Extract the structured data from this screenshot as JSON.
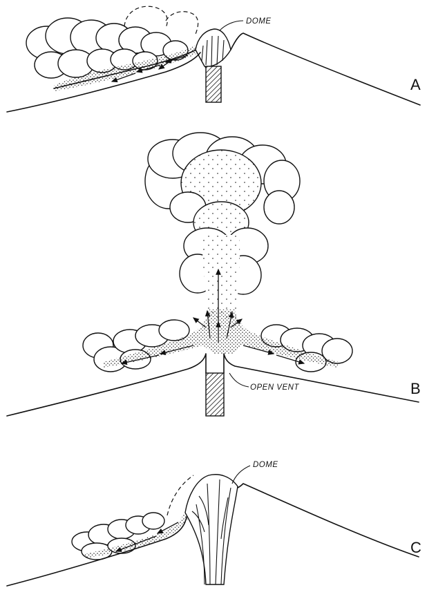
{
  "figure": {
    "panels": [
      {
        "letter": "A",
        "callouts": [
          "DOME"
        ]
      },
      {
        "letter": "B",
        "callouts": [
          "OPEN VENT"
        ]
      },
      {
        "letter": "C",
        "callouts": [
          "DOME"
        ]
      }
    ]
  },
  "colors": {
    "ink": "#111111",
    "paper": "#ffffff"
  }
}
